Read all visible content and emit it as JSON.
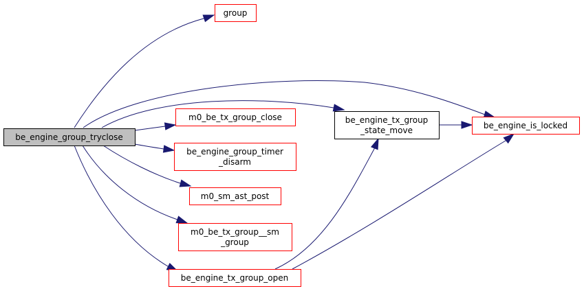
{
  "diagram": {
    "type": "call-graph",
    "colors": {
      "root_fill": "#bfbfbf",
      "root_border": "#000000",
      "documented_border": "#000000",
      "undocumented_border": "#ff0000",
      "node_fill": "#ffffff",
      "edge": "#191970"
    },
    "nodes": [
      {
        "id": "root",
        "lines": [
          "be_engine_group_tryclose"
        ],
        "style": "root"
      },
      {
        "id": "group",
        "lines": [
          "group"
        ],
        "style": "red"
      },
      {
        "id": "m0_be_tx_group_close",
        "lines": [
          "m0_be_tx_group_close"
        ],
        "style": "red"
      },
      {
        "id": "be_engine_group_timer_disarm",
        "lines": [
          "be_engine_group_timer",
          "_disarm"
        ],
        "style": "red"
      },
      {
        "id": "m0_sm_ast_post",
        "lines": [
          "m0_sm_ast_post"
        ],
        "style": "red"
      },
      {
        "id": "m0_be_tx_group__sm_group",
        "lines": [
          "m0_be_tx_group__sm",
          "_group"
        ],
        "style": "red"
      },
      {
        "id": "be_engine_tx_group_open",
        "lines": [
          "be_engine_tx_group_open"
        ],
        "style": "red"
      },
      {
        "id": "be_engine_tx_group_state_move",
        "lines": [
          "be_engine_tx_group",
          "_state_move"
        ],
        "style": "black"
      },
      {
        "id": "be_engine_is_locked",
        "lines": [
          "be_engine_is_locked"
        ],
        "style": "red"
      }
    ],
    "edges": [
      {
        "from": "root",
        "to": "group"
      },
      {
        "from": "root",
        "to": "be_engine_is_locked"
      },
      {
        "from": "root",
        "to": "be_engine_tx_group_state_move"
      },
      {
        "from": "root",
        "to": "m0_be_tx_group_close"
      },
      {
        "from": "root",
        "to": "be_engine_group_timer_disarm"
      },
      {
        "from": "root",
        "to": "m0_sm_ast_post"
      },
      {
        "from": "root",
        "to": "m0_be_tx_group__sm_group"
      },
      {
        "from": "root",
        "to": "be_engine_tx_group_open"
      },
      {
        "from": "be_engine_tx_group_state_move",
        "to": "be_engine_is_locked"
      },
      {
        "from": "be_engine_tx_group_open",
        "to": "be_engine_tx_group_state_move"
      },
      {
        "from": "be_engine_tx_group_open",
        "to": "be_engine_is_locked"
      }
    ]
  }
}
